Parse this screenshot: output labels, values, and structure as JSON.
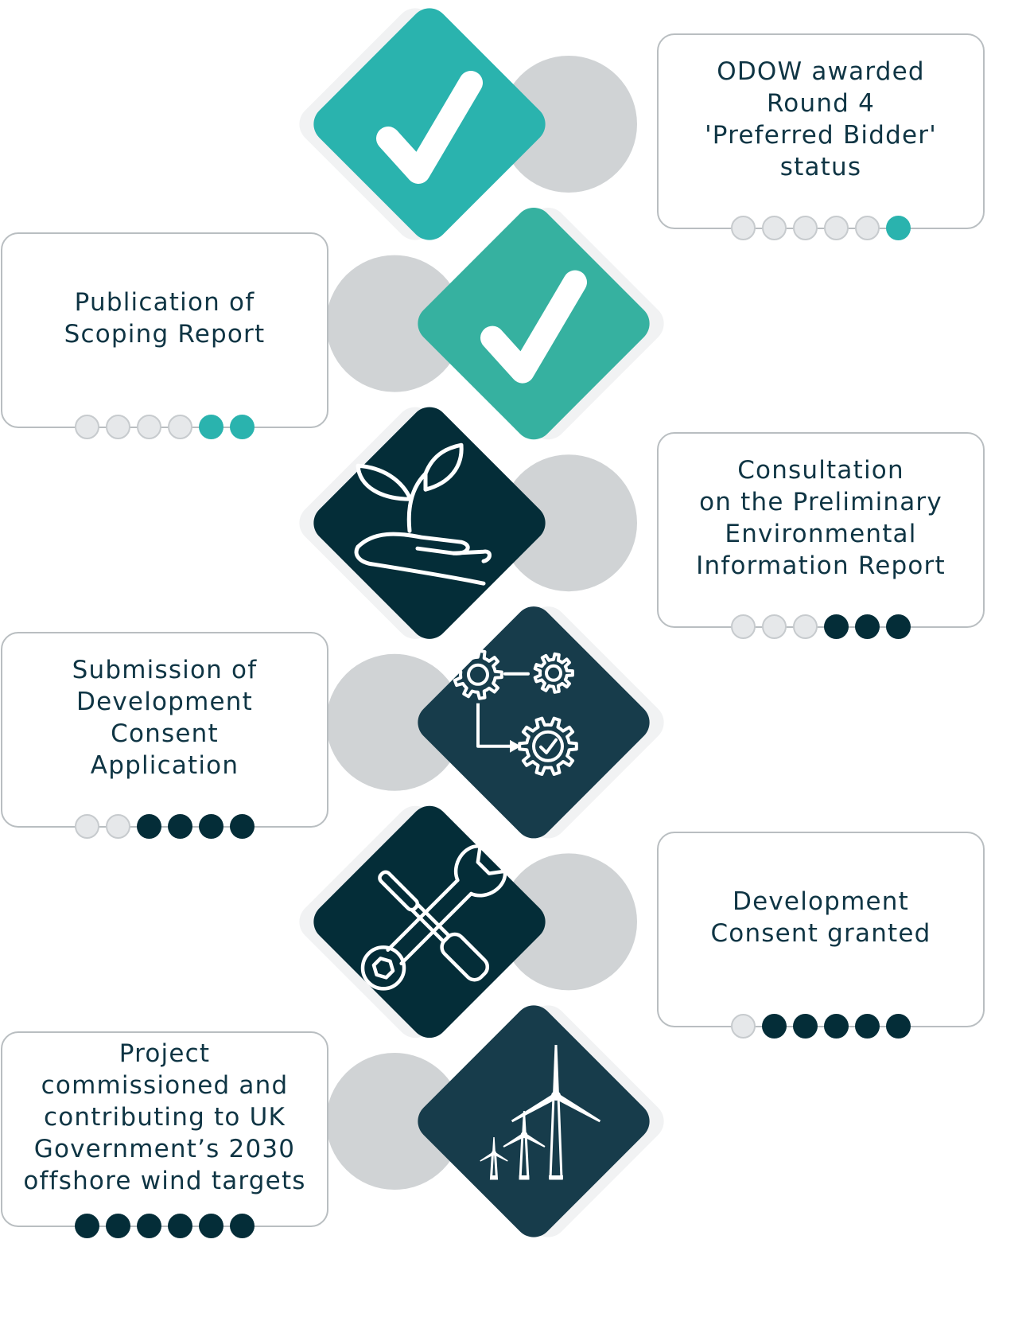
{
  "colors": {
    "teal": "#2ab3ae",
    "teal_green": "#36b1a0",
    "navy": "#042d38",
    "navy_light": "#173c4b",
    "grey_circle": "#d0d3d5",
    "inactive_dot": "#e6e8ea"
  },
  "milestones": [
    {
      "text": "ODOW awarded\nRound 4\n'Preferred Bidder'\nstatus",
      "side": "right",
      "icon": "checkmark-icon",
      "tile_color": "#2ab3ae",
      "dot_color": "#2ab3ae",
      "progress": 1,
      "dots_total": 6
    },
    {
      "text": "Publication of\nScoping Report",
      "side": "left",
      "icon": "checkmark-icon",
      "tile_color": "#36b1a0",
      "dot_color": "#2ab3ae",
      "progress": 2,
      "dots_total": 6
    },
    {
      "text": "Consultation\non the Preliminary\nEnvironmental\nInformation Report",
      "side": "right",
      "icon": "plant-in-hand-icon",
      "tile_color": "#042d38",
      "dot_color": "#042d38",
      "progress": 3,
      "dots_total": 6
    },
    {
      "text": "Submission of\nDevelopment\nConsent\nApplication",
      "side": "left",
      "icon": "gears-process-icon",
      "tile_color": "#173c4b",
      "dot_color": "#042d38",
      "progress": 4,
      "dots_total": 6
    },
    {
      "text": "Development\nConsent granted",
      "side": "right",
      "icon": "wrench-screwdriver-icon",
      "tile_color": "#042d38",
      "dot_color": "#042d38",
      "progress": 5,
      "dots_total": 6
    },
    {
      "text": "Project\ncommissioned and\ncontributing to UK\nGovernment’s 2030\noffshore wind targets",
      "side": "left",
      "icon": "wind-turbines-icon",
      "tile_color": "#173c4b",
      "dot_color": "#042d38",
      "progress": 6,
      "dots_total": 6
    }
  ]
}
